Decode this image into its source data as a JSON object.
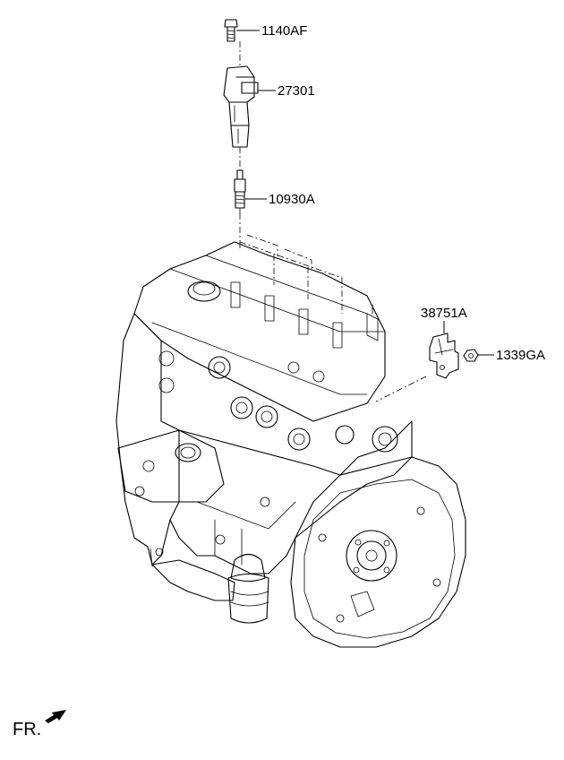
{
  "parts": [
    {
      "id": "1140AF",
      "label": "1140AF",
      "name": "bolt"
    },
    {
      "id": "27301",
      "label": "27301",
      "name": "ignition-coil"
    },
    {
      "id": "10930A",
      "label": "10930A",
      "name": "spark-plug"
    },
    {
      "id": "38751A",
      "label": "38751A",
      "name": "bracket"
    },
    {
      "id": "1339GA",
      "label": "1339GA",
      "name": "nut"
    }
  ],
  "direction": {
    "label": "FR.",
    "icon": "front-arrow-icon"
  }
}
